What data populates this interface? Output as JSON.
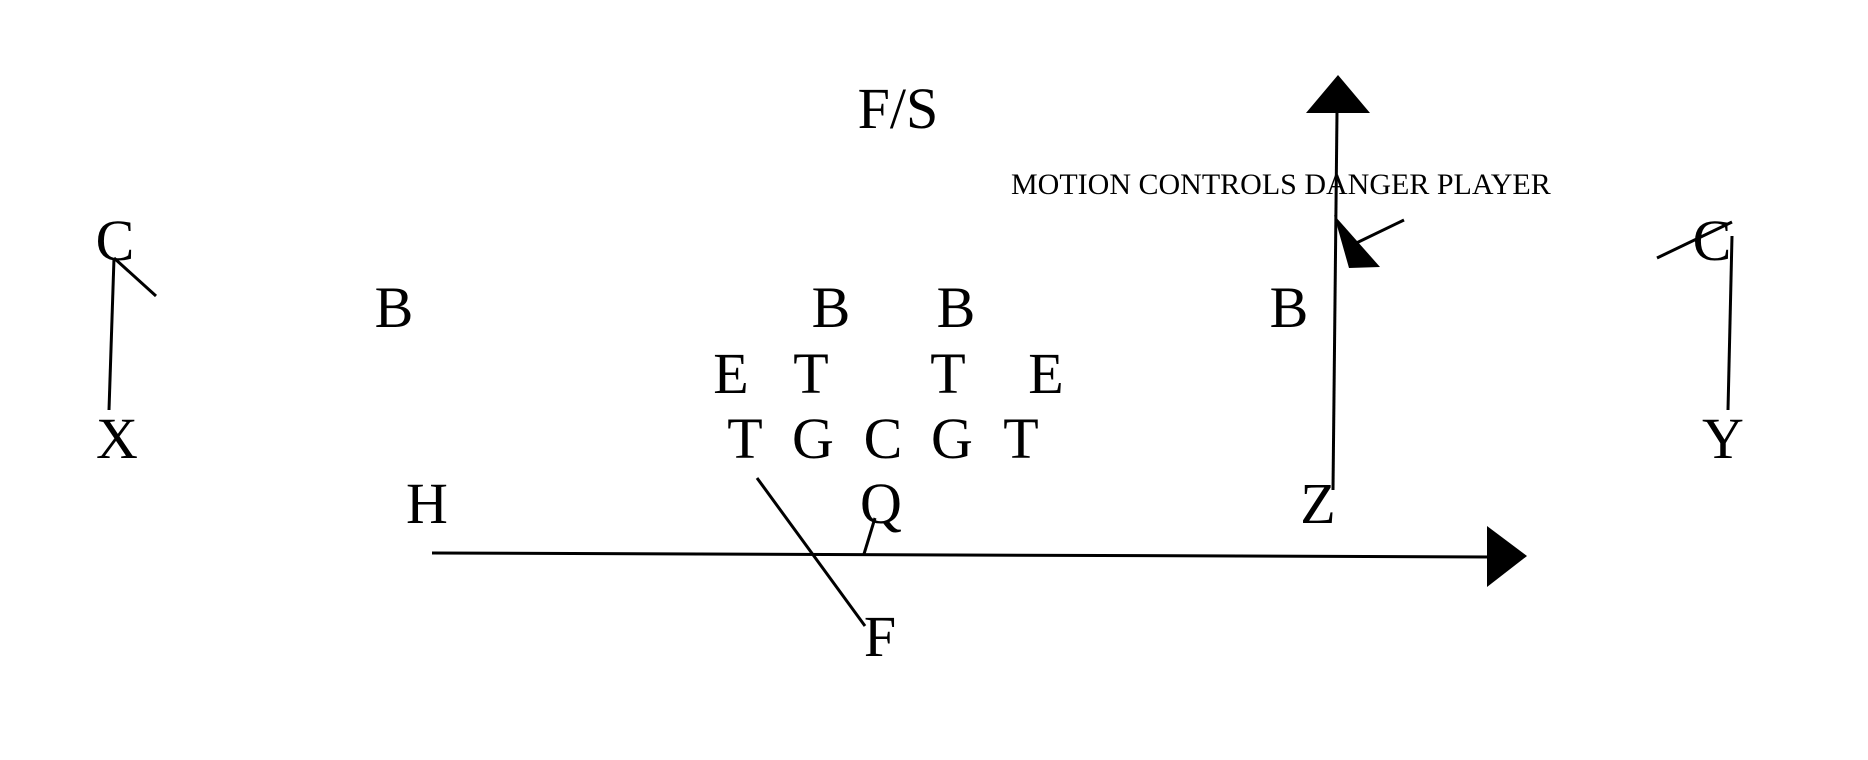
{
  "annotation": "MOTION CONTROLS DANGER PLAYER",
  "defense": {
    "free_safety": "F/S",
    "corner_left": "C",
    "corner_right": "C",
    "backer_1": "B",
    "backer_2": "B",
    "backer_3": "B",
    "backer_4": "B",
    "end_left": "E",
    "tackle_left": "T",
    "tackle_right": "T",
    "end_right": "E"
  },
  "offense": {
    "x_receiver": "X",
    "y_receiver": "Y",
    "tackle_left": "T",
    "guard_left": "G",
    "center": "C",
    "guard_right": "G",
    "tackle_right": "T",
    "h_back": "H",
    "quarterback": "Q",
    "z_receiver": "Z",
    "fullback": "F"
  }
}
